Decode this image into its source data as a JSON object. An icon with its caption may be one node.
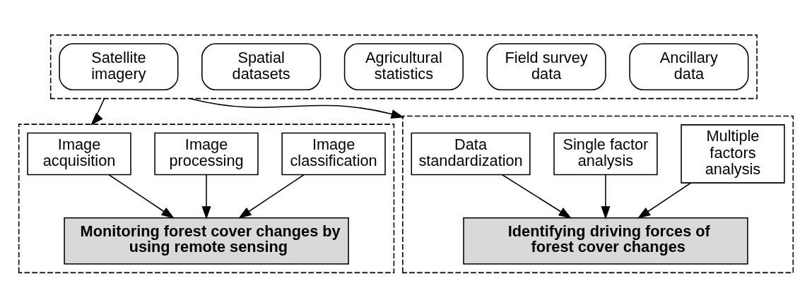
{
  "diagram": {
    "nodes": [
      {
        "text": [],
        "shape": "box"
      },
      {
        "text": [
          "Satellite imagery"
        ],
        "in": 0
      },
      {
        "text": [
          "Spatial datasets"
        ],
        "in": 0
      },
      {
        "text": [
          "Agricultural statistics"
        ],
        "in": 0
      },
      {
        "text": [
          "Field survey data"
        ],
        "in": 0
      },
      {
        "text": [
          "Ancillary data"
        ],
        "in": 0
      },
      {
        "text": [],
        "shape": "box"
      },
      {
        "text": [
          "Image acquisition"
        ],
        "in": 6
      },
      {
        "text": [
          "Image processing"
        ],
        "in": 6
      },
      {
        "text": [
          "Image classification"
        ],
        "in": 6
      },
      {
        "text": [
          "Monitoring forest cover changes by using remote sensing"
        ],
        "in": 6
      },
      {
        "text": [],
        "shape": "box"
      },
      {
        "text": [
          "Data standardization"
        ],
        "in": 11
      },
      {
        "text": [
          "Single factor analysis"
        ],
        "in": 11
      },
      {
        "text": [
          "Multiple factors analysis"
        ],
        "in": 11
      },
      {
        "text": [
          "Identifying driving forces of forest cover changes"
        ],
        "in": 11
      }
    ],
    "edges": [
      {
        "from": 0,
        "to": 6,
        "arrow": "to"
      },
      {
        "from": 0,
        "to": 11,
        "arrow": "to"
      },
      {
        "from": 7,
        "to": 10,
        "arrow": "to"
      },
      {
        "from": 8,
        "to": 10,
        "arrow": "to"
      },
      {
        "from": 9,
        "to": 10,
        "arrow": "to"
      },
      {
        "from": 12,
        "to": 15,
        "arrow": "to"
      },
      {
        "from": 13,
        "to": 15,
        "arrow": "to"
      },
      {
        "from": 14,
        "to": 15,
        "arrow": "to"
      }
    ]
  }
}
